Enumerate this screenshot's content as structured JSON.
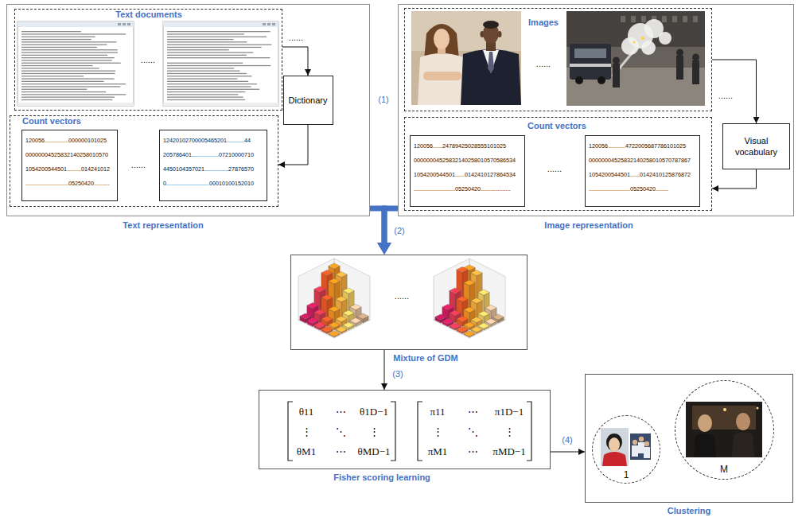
{
  "diagram": {
    "nodes": [
      {
        "text": [
          "Text representation"
        ]
      },
      {
        "text": [
          "Text documents"
        ],
        "in": 0
      },
      {
        "text": [
          "Dictionary"
        ],
        "in": 0
      },
      {
        "text": [
          "Count vectors"
        ],
        "in": 0
      },
      {
        "text": [
          "120056...............000000101025 00000004525832140258010570 1054200544501.........014241012 ...........................05250420.........."
        ],
        "in": 3
      },
      {
        "text": [
          "12420102700005465201...........44 205786401.................07210000710 4450104357021...............27876570 0...........................00010100152010"
        ],
        "in": 3
      },
      {
        "text": [
          "Image representation"
        ]
      },
      {
        "text": [
          "Images"
        ],
        "in": 6
      },
      {
        "text": [
          "Visual vocabulary"
        ],
        "in": 6
      },
      {
        "text": [
          "Count vectors"
        ],
        "in": 6
      },
      {
        "text": [
          "120056......24789425028555101025 00000004525832140258010570586534 1054200544501......0142410127864534 ..........................05250420..................."
        ],
        "in": 9
      },
      {
        "text": [
          "120056...........4722005687786101025 00000004525832140258010570787867 1054200544501......0142410125876872 ..........................05250420........"
        ],
        "in": 9
      },
      {
        "text": [
          "Mixture of GDM"
        ]
      },
      {
        "text": [
          "Fisher scoring learning"
        ]
      },
      {
        "text": [
          "Clustering"
        ]
      },
      {
        "text": [
          "1"
        ],
        "in": 14
      },
      {
        "text": [
          "M"
        ],
        "in": 14
      }
    ],
    "edges": [
      {
        "from": 1,
        "to": 2,
        "arrow": "to"
      },
      {
        "from": 2,
        "to": 3,
        "arrow": "to"
      },
      {
        "from": 7,
        "to": 8,
        "arrow": "to"
      },
      {
        "from": 8,
        "to": 9,
        "arrow": "to"
      },
      {
        "from": 0,
        "to": 12,
        "arrow": "to"
      },
      {
        "from": 6,
        "to": 12,
        "arrow": "to"
      },
      {
        "from": 12,
        "to": 13,
        "arrow": "to"
      },
      {
        "from": 13,
        "to": 14,
        "arrow": "to"
      }
    ],
    "labels": [
      "(1)",
      "(2)",
      "(3)",
      "(4)",
      "......",
      "......",
      "......",
      "......",
      "......",
      "......",
      "......",
      "θ11",
      "⋯",
      "θ1D−1",
      "⋮",
      "⋱",
      "⋮",
      "θM1",
      "⋯",
      "θMD−1",
      "π11",
      "⋯",
      "π1D−1",
      "⋮",
      "⋱",
      "⋮",
      "πM1",
      "⋯",
      "πMD−1"
    ]
  }
}
